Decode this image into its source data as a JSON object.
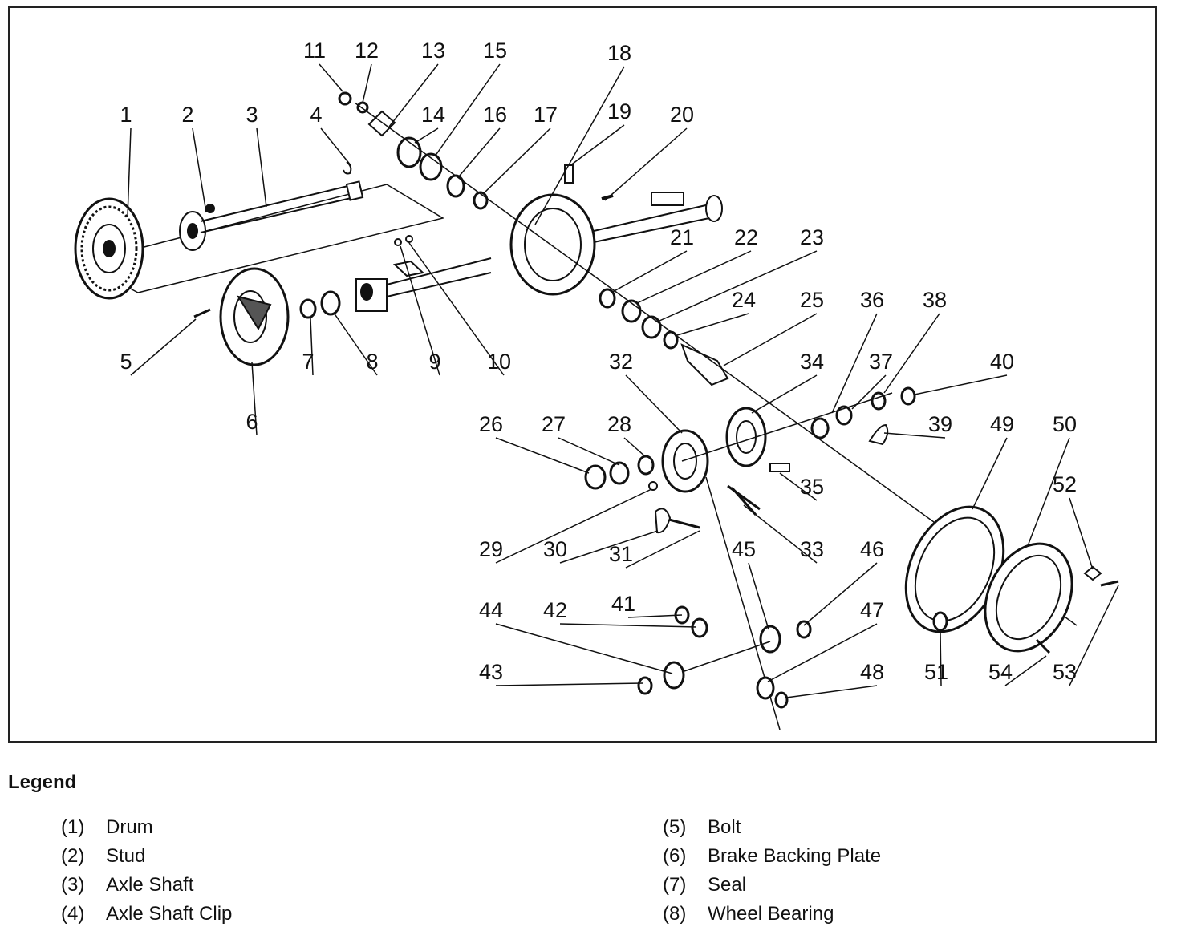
{
  "diagram": {
    "callouts": [
      "1",
      "2",
      "3",
      "4",
      "5",
      "6",
      "7",
      "8",
      "9",
      "10",
      "11",
      "12",
      "13",
      "14",
      "15",
      "16",
      "17",
      "18",
      "19",
      "20",
      "21",
      "22",
      "23",
      "24",
      "25",
      "26",
      "27",
      "28",
      "29",
      "30",
      "31",
      "32",
      "33",
      "34",
      "35",
      "36",
      "37",
      "38",
      "39",
      "40",
      "41",
      "42",
      "43",
      "44",
      "45",
      "46",
      "47",
      "48",
      "49",
      "50",
      "51",
      "52",
      "53",
      "54"
    ]
  },
  "legend": {
    "title": "Legend",
    "items": [
      {
        "num": "(1)",
        "label": "Drum"
      },
      {
        "num": "(2)",
        "label": "Stud"
      },
      {
        "num": "(3)",
        "label": "Axle Shaft"
      },
      {
        "num": "(4)",
        "label": "Axle Shaft Clip"
      },
      {
        "num": "(5)",
        "label": "Bolt"
      },
      {
        "num": "(6)",
        "label": "Brake Backing Plate"
      },
      {
        "num": "(7)",
        "label": "Seal"
      },
      {
        "num": "(8)",
        "label": "Wheel Bearing"
      }
    ]
  }
}
